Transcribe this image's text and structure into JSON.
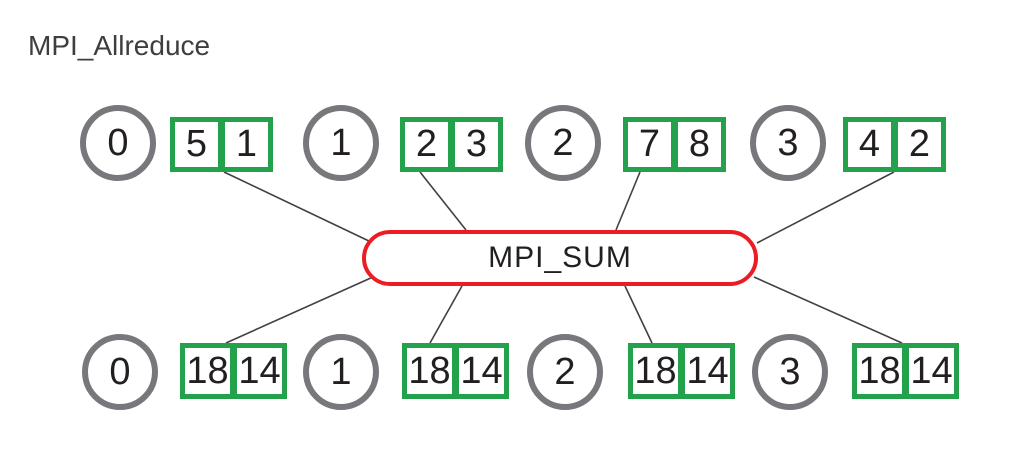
{
  "title": "MPI_Allreduce",
  "reduction": {
    "label": "MPI_SUM"
  },
  "colors": {
    "circle_border": "#77787b",
    "box_border": "#23a14b",
    "pill_border": "#ed1c24",
    "edge_line": "#414042",
    "text": "#231f20"
  },
  "input_row": [
    {
      "rank": "0",
      "values": [
        "5",
        "1"
      ]
    },
    {
      "rank": "1",
      "values": [
        "2",
        "3"
      ]
    },
    {
      "rank": "2",
      "values": [
        "7",
        "8"
      ]
    },
    {
      "rank": "3",
      "values": [
        "4",
        "2"
      ]
    }
  ],
  "output_row": [
    {
      "rank": "0",
      "values": [
        "18",
        "14"
      ]
    },
    {
      "rank": "1",
      "values": [
        "18",
        "14"
      ]
    },
    {
      "rank": "2",
      "values": [
        "18",
        "14"
      ]
    },
    {
      "rank": "3",
      "values": [
        "18",
        "14"
      ]
    }
  ]
}
